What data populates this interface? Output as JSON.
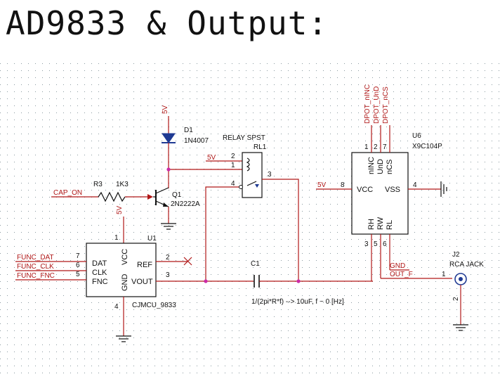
{
  "title": "AD9833 & Output:",
  "colors": {
    "wire": "#b01818",
    "junction": "#cc2aa8",
    "component": "#111111",
    "diode": "#1f3a93"
  },
  "nets": {
    "v5_d1": "5V",
    "v5_relay": "5V",
    "v5_r3": "5V",
    "v5_u6": "5V",
    "cap_on": "CAP_ON",
    "func_dat": "FUNC_DAT",
    "func_clk": "FUNC_CLK",
    "func_fnc": "FUNC_FNC",
    "dpot_nnc": "DPOT_nINC",
    "dpot_und": "DPOT_UnD",
    "dpot_ncs": "DPOT_nCS",
    "gnd": "GND",
    "out_f": "OUT_F"
  },
  "d1": {
    "ref": "D1",
    "value": "1N4007"
  },
  "relay": {
    "title": "RELAY SPST",
    "ref": "RL1",
    "pins": [
      "2",
      "1",
      "4",
      "3"
    ]
  },
  "r3": {
    "ref": "R3",
    "value": "1K3"
  },
  "q1": {
    "ref": "Q1",
    "value": "2N2222A"
  },
  "u1": {
    "ref": "U1",
    "value": "CJMCU_9833",
    "pins_in": {
      "dat": "DAT",
      "clk": "CLK",
      "fnc": "FNC",
      "vcc": "VCC",
      "gnd": "GND",
      "ref": "REF",
      "vout": "VOUT"
    },
    "pin_numbers": {
      "dat": "7",
      "clk": "6",
      "fnc": "5",
      "vcc": "1",
      "gnd": "4",
      "ref": "2",
      "vout": "3"
    }
  },
  "c1": {
    "ref": "C1",
    "formula": "1/(2pi*R*f) --> 10uF, f ~ 0 [Hz]"
  },
  "u6": {
    "ref": "U6",
    "value": "X9C104P",
    "pins_in": {
      "vcc": "VCC",
      "vss": "VSS",
      "ninc": "nINC",
      "und": "UnD",
      "ncs": "nCS",
      "rh": "RH",
      "rw": "RW",
      "rl": "RL"
    },
    "pin_numbers": {
      "ninc": "1",
      "und": "2",
      "ncs": "7",
      "vcc": "8",
      "vss": "4",
      "rh": "3",
      "rw": "5",
      "rl": "6"
    }
  },
  "j2": {
    "ref": "J2",
    "value": "RCA JACK",
    "pin_signal": "1",
    "pin_gnd": "2"
  }
}
